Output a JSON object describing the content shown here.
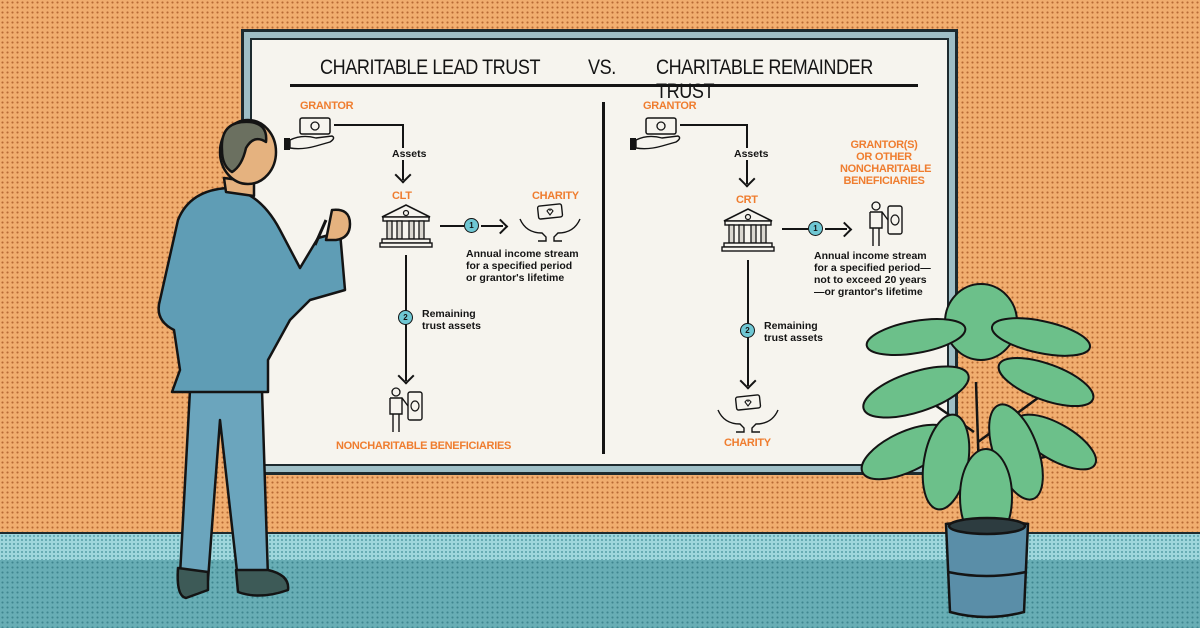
{
  "diagram": {
    "left": {
      "title": "CHARITABLE LEAD TRUST",
      "grantor_label": "GRANTOR",
      "assets_label": "Assets",
      "trust_label": "CLT",
      "step1": "1",
      "step1_recipient": "CHARITY",
      "step1_note_lines": [
        "Annual income stream",
        "for a specified period",
        "or grantor's lifetime"
      ],
      "step2": "2",
      "step2_note_lines": [
        "Remaining",
        "trust assets"
      ],
      "step2_recipient": "NONCHARITABLE BENEFICIARIES"
    },
    "vs_label": "VS.",
    "right": {
      "title": "CHARITABLE REMAINDER TRUST",
      "grantor_label": "GRANTOR",
      "assets_label": "Assets",
      "trust_label": "CRT",
      "step1": "1",
      "step1_recipient_lines": [
        "GRANTOR(S)",
        "OR OTHER",
        "NONCHARITABLE",
        "BENEFICIARIES"
      ],
      "step1_note_lines": [
        "Annual income stream",
        "for a specified period—",
        "not to exceed 20 years",
        "—or grantor's lifetime"
      ],
      "step2": "2",
      "step2_note_lines": [
        "Remaining",
        "trust assets"
      ],
      "step2_recipient": "CHARITY"
    }
  },
  "colors": {
    "wall": "#f1ae6f",
    "board": "#f6f4ee",
    "board_frame": "#9fbfc6",
    "accent_orange": "#ef7d2f",
    "step_circle": "#6fc7d3",
    "suit": "#5f9db5",
    "plant": "#6cc08a",
    "floor": "#68aeb5"
  },
  "scene": {
    "figure": "man-in-suit-writing-on-board",
    "decor": "potted-plant"
  }
}
